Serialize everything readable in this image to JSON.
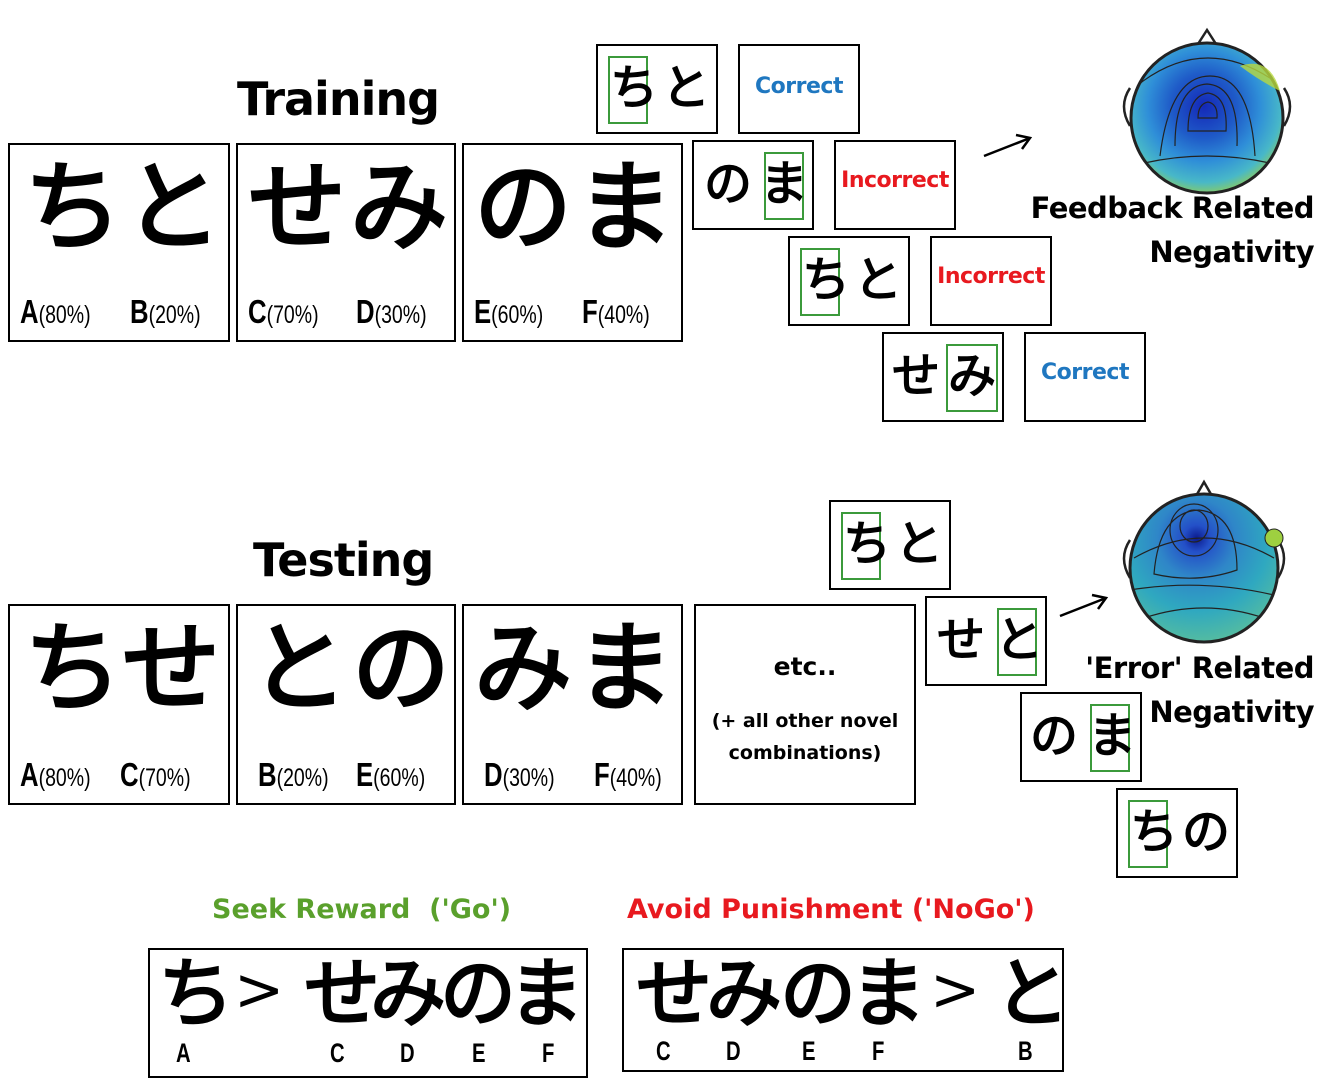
{
  "training": {
    "title": "Training",
    "pairs": [
      {
        "k1": "ち",
        "k2": "と",
        "l1": "A",
        "p1": "(80%)",
        "l2": "B",
        "p2": "(20%)"
      },
      {
        "k1": "せ",
        "k2": "み",
        "l1": "C",
        "p1": "(70%)",
        "l2": "D",
        "p2": "(30%)"
      },
      {
        "k1": "の",
        "k2": "ま",
        "l1": "E",
        "p1": "(60%)",
        "l2": "F",
        "p2": "(40%)"
      }
    ],
    "trials": [
      {
        "k1": "ち",
        "k2": "と",
        "feedback": "Correct"
      },
      {
        "k1": "の",
        "k2": "ま",
        "feedback": "Incorrect"
      },
      {
        "k1": "ち",
        "k2": "と",
        "feedback": "Incorrect"
      },
      {
        "k1": "せ",
        "k2": "み",
        "feedback": "Correct"
      }
    ],
    "erp_label_1": "Feedback Related",
    "erp_label_2": "Negativity"
  },
  "testing": {
    "title": "Testing",
    "pairs": [
      {
        "k1": "ち",
        "k2": "せ",
        "l1": "A",
        "p1": "(80%)",
        "l2": "C",
        "p2": "(70%)"
      },
      {
        "k1": "と",
        "k2": "の",
        "l1": "B",
        "p1": "(20%)",
        "l2": "E",
        "p2": "(60%)"
      },
      {
        "k1": "み",
        "k2": "ま",
        "l1": "D",
        "p1": "(30%)",
        "l2": "F",
        "p2": "(40%)"
      }
    ],
    "etc": "etc..",
    "etc_note_1": "(+ all other novel",
    "etc_note_2": "combinations)",
    "trials": [
      {
        "k1": "ち",
        "k2": "と"
      },
      {
        "k1": "せ",
        "k2": "と"
      },
      {
        "k1": "の",
        "k2": "ま"
      },
      {
        "k1": "ち",
        "k2": "の"
      }
    ],
    "erp_label_1": "'Error' Related",
    "erp_label_2": "Negativity"
  },
  "outcomes": {
    "go_title": "Seek Reward  ('Go')",
    "nogo_title": "Avoid Punishment ('NoGo')",
    "go_seq": [
      "ち",
      ">",
      "せ",
      "み",
      "の",
      "ま"
    ],
    "go_letters": [
      "A",
      "C",
      "D",
      "E",
      "F"
    ],
    "nogo_seq": [
      "せ",
      "み",
      "の",
      "ま",
      ">",
      "と"
    ],
    "nogo_letters": [
      "C",
      "D",
      "E",
      "F",
      "B"
    ]
  },
  "colors": {
    "correct": "#1f77c0",
    "incorrect": "#e8191f",
    "go": "#5aa02c",
    "nogo": "#e8191f",
    "highlight": "#3b9a3b"
  }
}
